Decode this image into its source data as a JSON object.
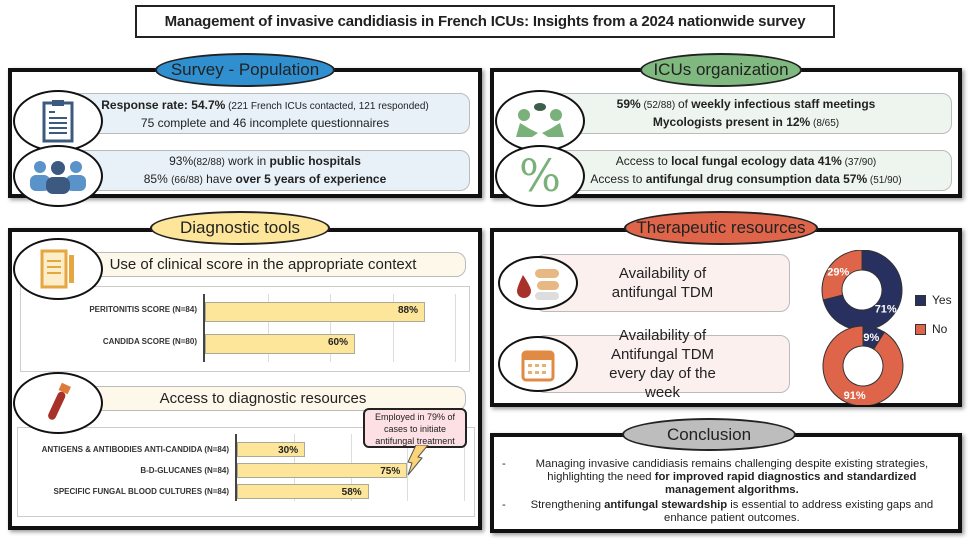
{
  "title": "Management of invasive candidiasis in French ICUs: Insights from a 2024 nationwide survey",
  "colors": {
    "survey": "#2f8fcf",
    "icu": "#80b97f",
    "diag": "#fde699",
    "thera": "#df654a",
    "conclusion": "#bdbdbd",
    "yes": "#27305f",
    "no": "#df654a"
  },
  "survey": {
    "header": "Survey - Population",
    "c1": {
      "a": "Response rate: 54.7%",
      "b": " (221 French ICUs contacted, 121 responded)",
      "l2": "75 complete and 46 incomplete questionnaires"
    },
    "c2": {
      "a": "93%",
      "b": "(82/88)",
      "c": " work in ",
      "d": "public hospitals",
      "e": "85% ",
      "f": "(66/88)",
      "g": " have ",
      "h": "over 5 years of experience"
    }
  },
  "icu": {
    "header": "ICUs organization",
    "c1": {
      "a": "59%",
      "b": " (52/88) ",
      "c": "of ",
      "d": "weekly infectious staff meetings",
      "e": "Mycologists present in 12%",
      "f": " (8/65)"
    },
    "c2": {
      "a": "Access to ",
      "b": "local fungal ecology data 41%",
      "c": " (37/90)",
      "d": "Access to ",
      "e": "antifungal drug consumption data 57%",
      "f": " (51/90)"
    }
  },
  "diag": {
    "header": "Diagnostic tools",
    "sub1": "Use of clinical score in the appropriate context",
    "sub2": "Access to diagnostic resources",
    "callout": "Employed in 79% of cases to initiate antifungal treatment"
  },
  "chart_data": [
    {
      "type": "bar",
      "orientation": "horizontal",
      "title": "Use of clinical score in the appropriate context",
      "categories": [
        "PERITONITIS SCORE (N=84)",
        "CANDIDA SCORE (N=80)"
      ],
      "values": [
        88,
        60
      ],
      "labels": [
        "88%",
        "60%"
      ],
      "xlim": [
        0,
        100
      ]
    },
    {
      "type": "bar",
      "orientation": "horizontal",
      "title": "Access to diagnostic resources",
      "categories": [
        "ANTIGENS & ANTIBODIES ANTI-CANDIDA (N=84)",
        "B-D-GLUCANES (N=84)",
        "SPECIFIC FUNGAL BLOOD CULTURES (N=84)"
      ],
      "values": [
        30,
        75,
        58
      ],
      "labels": [
        "30%",
        "75%",
        "58%"
      ],
      "xlim": [
        0,
        100
      ]
    },
    {
      "type": "pie",
      "donut": true,
      "title": "Availability of antifungal TDM",
      "categories": [
        "Yes",
        "No"
      ],
      "values": [
        71,
        29
      ],
      "labels": [
        "71%",
        "29%"
      ]
    },
    {
      "type": "pie",
      "donut": true,
      "title": "Availability of Antifungal TDM every day of the week",
      "categories": [
        "Yes",
        "No"
      ],
      "values": [
        9,
        91
      ],
      "labels": [
        "9%",
        "91%"
      ]
    }
  ],
  "thera": {
    "header": "Therapeutic resources",
    "c1": "Availability of antifungal TDM",
    "c2": "Availability of Antifungal TDM every day of the week",
    "legend": [
      "Yes",
      "No"
    ]
  },
  "conclusion": {
    "header": "Conclusion",
    "b1a": "Managing invasive candidiasis remains challenging despite existing strategies, highlighting the need ",
    "b1b": "for improved rapid diagnostics and standardized management algorithms.",
    "b2a": "Strengthening ",
    "b2b": "antifungal stewardship",
    "b2c": " is essential to address existing gaps and enhance patient outcomes."
  }
}
